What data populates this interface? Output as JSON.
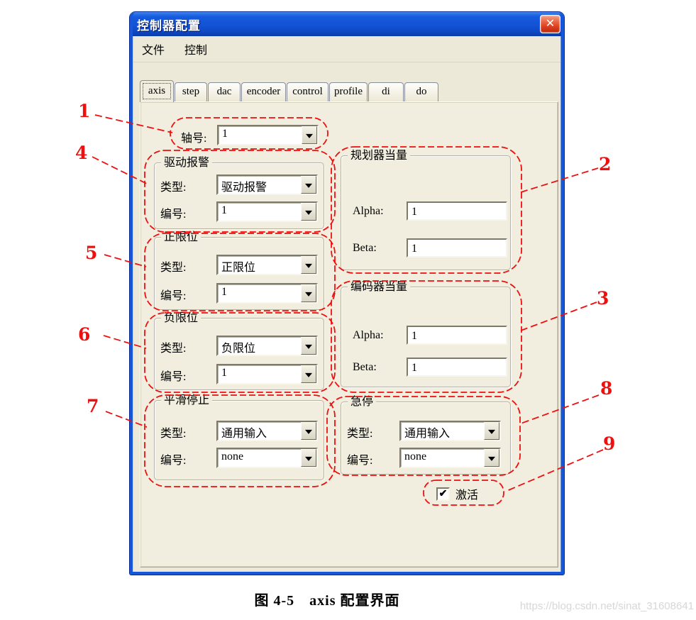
{
  "window": {
    "title": "控制器配置",
    "menu": {
      "file": "文件",
      "control": "控制"
    },
    "tabs": [
      {
        "label": "axis",
        "selected": true
      },
      {
        "label": "step",
        "selected": false
      },
      {
        "label": "dac",
        "selected": false
      },
      {
        "label": "encoder",
        "selected": false
      },
      {
        "label": "control",
        "selected": false
      },
      {
        "label": "profile",
        "selected": false
      },
      {
        "label": "di",
        "selected": false
      },
      {
        "label": "do",
        "selected": false
      }
    ],
    "axis_row": {
      "label": "轴号:",
      "value": "1"
    },
    "groups": {
      "drive_alarm": {
        "title": "驱动报警",
        "type_label": "类型:",
        "type_value": "驱动报警",
        "num_label": "编号:",
        "num_value": "1"
      },
      "pos_limit": {
        "title": "正限位",
        "type_label": "类型:",
        "type_value": "正限位",
        "num_label": "编号:",
        "num_value": "1"
      },
      "neg_limit": {
        "title": "负限位",
        "type_label": "类型:",
        "type_value": "负限位",
        "num_label": "编号:",
        "num_value": "1"
      },
      "smooth_stop": {
        "title": "平滑停止",
        "type_label": "类型:",
        "type_value": "通用输入",
        "num_label": "编号:",
        "num_value": "none"
      },
      "planner_eq": {
        "title": "规划器当量",
        "alpha_label": "Alpha:",
        "alpha_value": "1",
        "beta_label": "Beta:",
        "beta_value": "1"
      },
      "encoder_eq": {
        "title": "编码器当量",
        "alpha_label": "Alpha:",
        "alpha_value": "1",
        "beta_label": "Beta:",
        "beta_value": "1"
      },
      "estop": {
        "title": "急停",
        "type_label": "类型:",
        "type_value": "通用输入",
        "num_label": "编号:",
        "num_value": "none"
      }
    },
    "activate": {
      "label": "激活",
      "checked": true,
      "check_icon": "✔"
    },
    "close_icon": "✕"
  },
  "annotations": [
    "1",
    "2",
    "3",
    "4",
    "5",
    "6",
    "7",
    "8",
    "9"
  ],
  "caption": "图 4-5　axis 配置界面",
  "watermark": "https://blog.csdn.net/sinat_31608641",
  "colors": {
    "annotation_red": "#ee0f0f",
    "titlebar_blue": "#1353d6",
    "window_border_blue": "#1557d8",
    "close_button_red": "#d83a1b",
    "client_beige": "#ECE9D8",
    "panel_beige": "#F1EEDF"
  }
}
